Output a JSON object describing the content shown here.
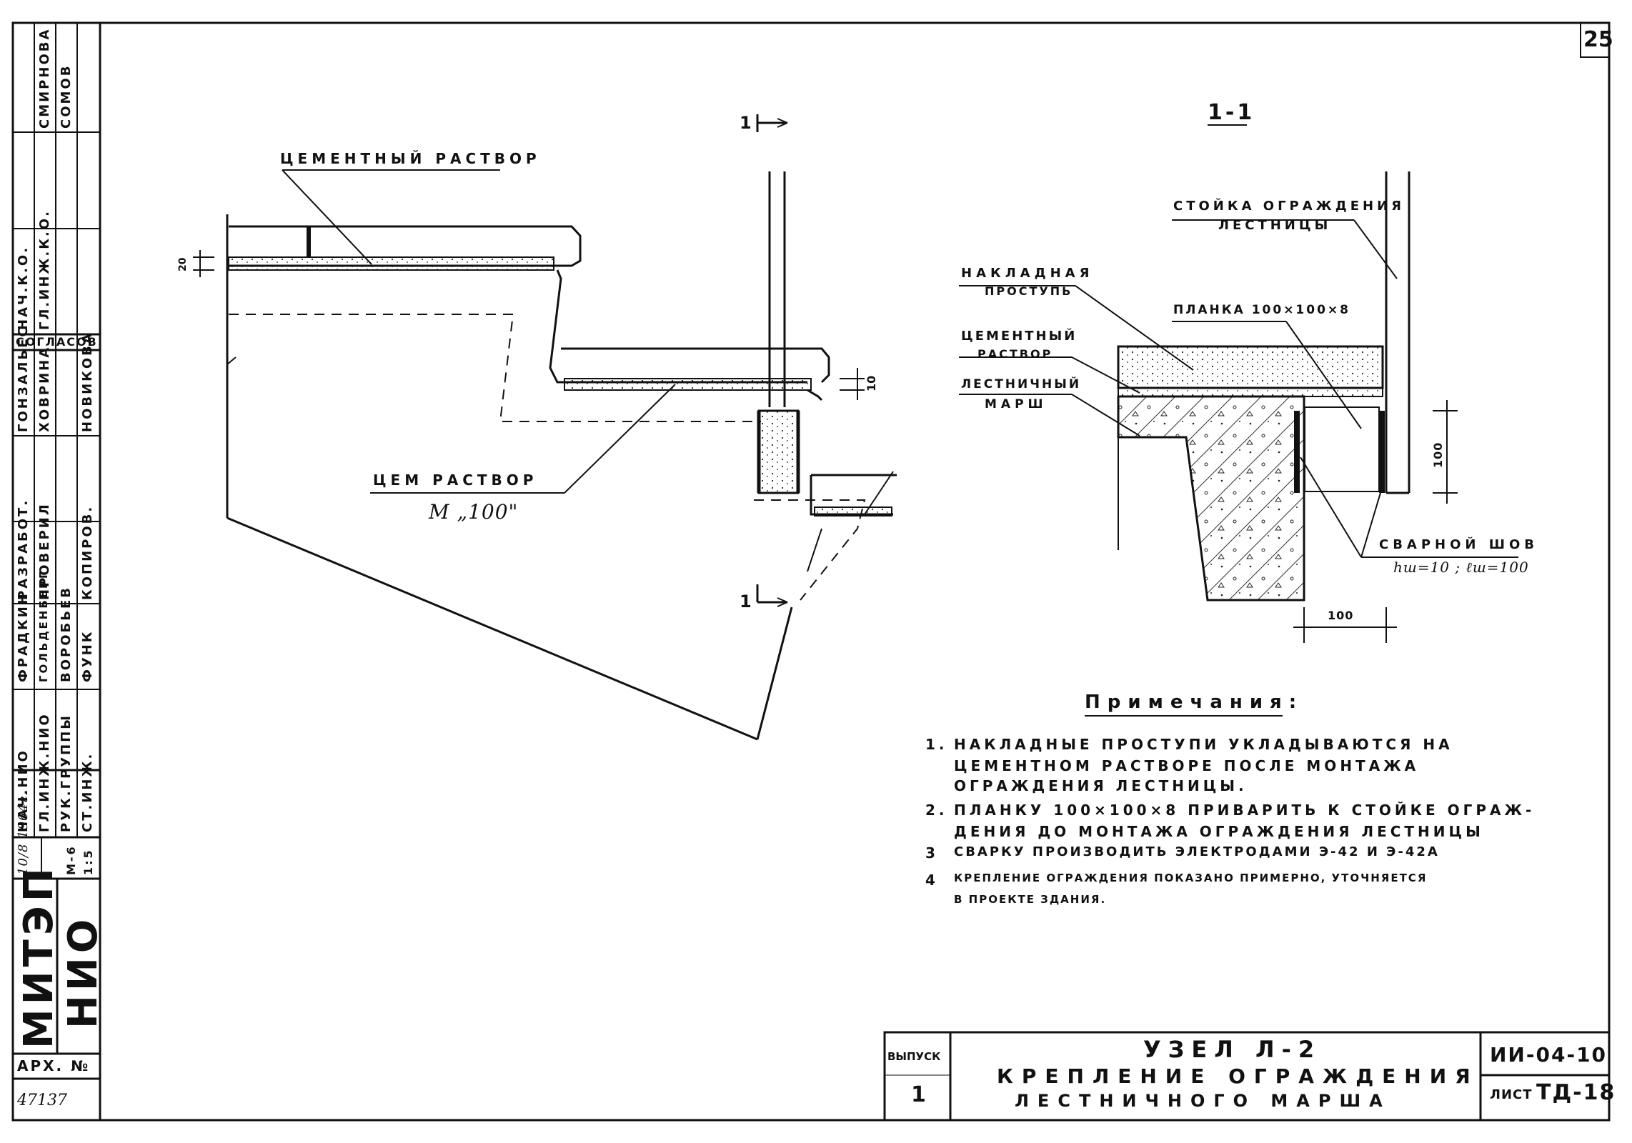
{
  "sheet_number": "25",
  "section_mark": "1-1",
  "cut_label_top": "1",
  "cut_label_bottom": "1",
  "left_view": {
    "label_cement": "ЦЕМЕНТНЫЙ РАСТВОР",
    "label_cem_mortar": "ЦЕМ РАСТВОР",
    "label_grade": "М „100\"",
    "dim_20": "20",
    "dim_10": "10"
  },
  "section_view": {
    "label_post": [
      "СТОЙКА ОГРАЖДЕНИЯ",
      "ЛЕСТНИЦЫ"
    ],
    "label_tread": [
      "НАКЛАДНАЯ",
      "ПРОСТУПЬ"
    ],
    "label_plate": "ПЛАНКА 100×100×8",
    "label_mortar": [
      "ЦЕМЕНТНЫЙ",
      "РАСТВОР"
    ],
    "label_flight": [
      "ЛЕСТНИЧНЫЙ",
      "МАРШ"
    ],
    "label_weld": "СВАРНОЙ ШОВ",
    "weld_params": "hш=10 ; ℓш=100",
    "dim_100_v": "100",
    "dim_100_h": "100"
  },
  "notes": {
    "title": "Примечания:",
    "items": [
      {
        "num": "1.",
        "lines": [
          "НАКЛАДНЫЕ ПРОСТУПИ УКЛАДЫВАЮТСЯ НА",
          "ЦЕМЕНТНОМ РАСТВОРЕ ПОСЛЕ МОНТАЖА",
          "ОГРАЖДЕНИЯ ЛЕСТНИЦЫ."
        ]
      },
      {
        "num": "2.",
        "lines": [
          "ПЛАНКУ 100×100×8 ПРИВАРИТЬ К СТОЙКЕ ОГРАЖ-",
          "ДЕНИЯ ДО МОНТАЖА ОГРАЖДЕНИЯ ЛЕСТНИЦЫ"
        ]
      },
      {
        "num": "3",
        "lines": [
          "СВАРКУ ПРОИЗВОДИТЬ ЭЛЕКТРОДАМИ Э-42 И Э-42А"
        ]
      },
      {
        "num": "4",
        "lines": [
          "КРЕПЛЕНИЕ ОГРАЖДЕНИЯ ПОКАЗАНО ПРИМЕРНО, УТОЧНЯЕТСЯ",
          "В ПРОЕКТЕ ЗДАНИЯ."
        ]
      }
    ]
  },
  "title_block": {
    "issue_label": "ВЫПУСК",
    "issue_value": "1",
    "title_line1": "УЗЕЛ Л-2",
    "title_line2": "КРЕПЛЕНИЕ ОГРАЖДЕНИЯ",
    "title_line3": "ЛЕСТНИЧНОГО МАРША",
    "code": "ИИ-04-10",
    "sheet_label": "ЛИСТ",
    "sheet_value": "ТД-18"
  },
  "side_stamp": {
    "org": "МИТЭП",
    "dept": "НИО",
    "arch_label": "АРХ. №",
    "arch_value": "47137",
    "date": "10/8 1964г.",
    "scale_m": "М-6",
    "scale_v": "1:5",
    "roles_row1": [
      "НАЧ.НИО",
      "ГЛ.ИНЖ.НИО",
      "РУК.ГРУППЫ",
      "СТ.ИНЖ."
    ],
    "names_row1": [
      "ФРАДКИН",
      "ГОЛЬДЕНБЕРГ",
      "ВОРОБЬЕВ",
      "ФУНК"
    ],
    "roles_row2": [
      "РАЗРАБОТ.",
      "ПРОВЕРИЛ",
      "КОПИРОВ."
    ],
    "names_row2": [
      "ГОНЗАЛЬЕС",
      "ХОВРИНА",
      "НОВИКОВА"
    ],
    "agreed": "СОГЛАСОВ.",
    "roles_row3": [
      "НАЧ.К.О.",
      "ГЛ.ИНЖ.К.О."
    ],
    "names_row3": [
      "СМИРНОВА",
      "СОМОВ"
    ]
  }
}
